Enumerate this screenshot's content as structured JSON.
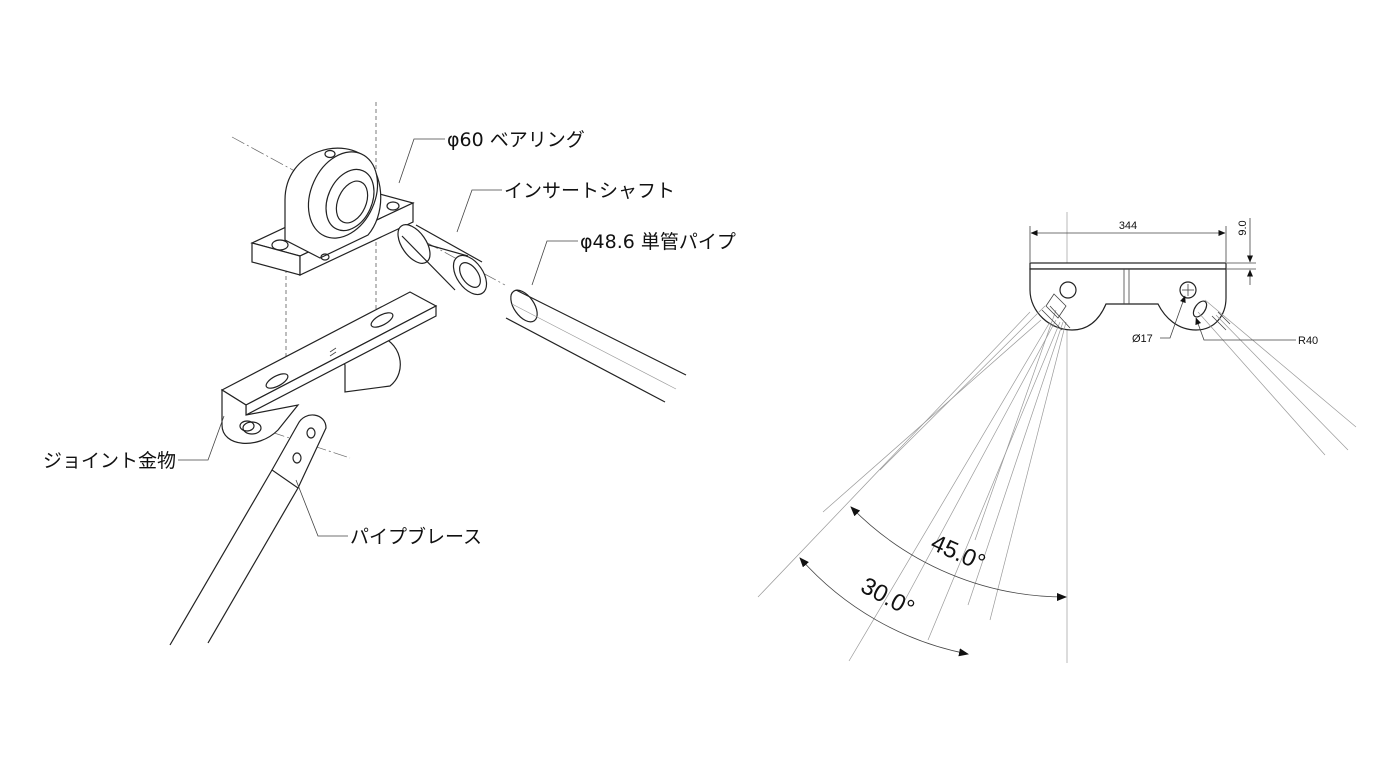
{
  "colors": {
    "line": "#222222",
    "guide": "#9a9a9a",
    "background": "#ffffff"
  },
  "callouts": {
    "bearing": "φ60 ベアリング",
    "insert_shaft": "インサートシャフト",
    "single_pipe": "φ48.6 単管パイプ",
    "joint_fitting": "ジョイント金物",
    "pipe_brace": "パイプブレース"
  },
  "dimensions": {
    "width": "344",
    "thickness": "9.0",
    "hole_dia": "Ø17",
    "radius": "R40",
    "angle_a": "45.0°",
    "angle_b": "30.0°"
  }
}
